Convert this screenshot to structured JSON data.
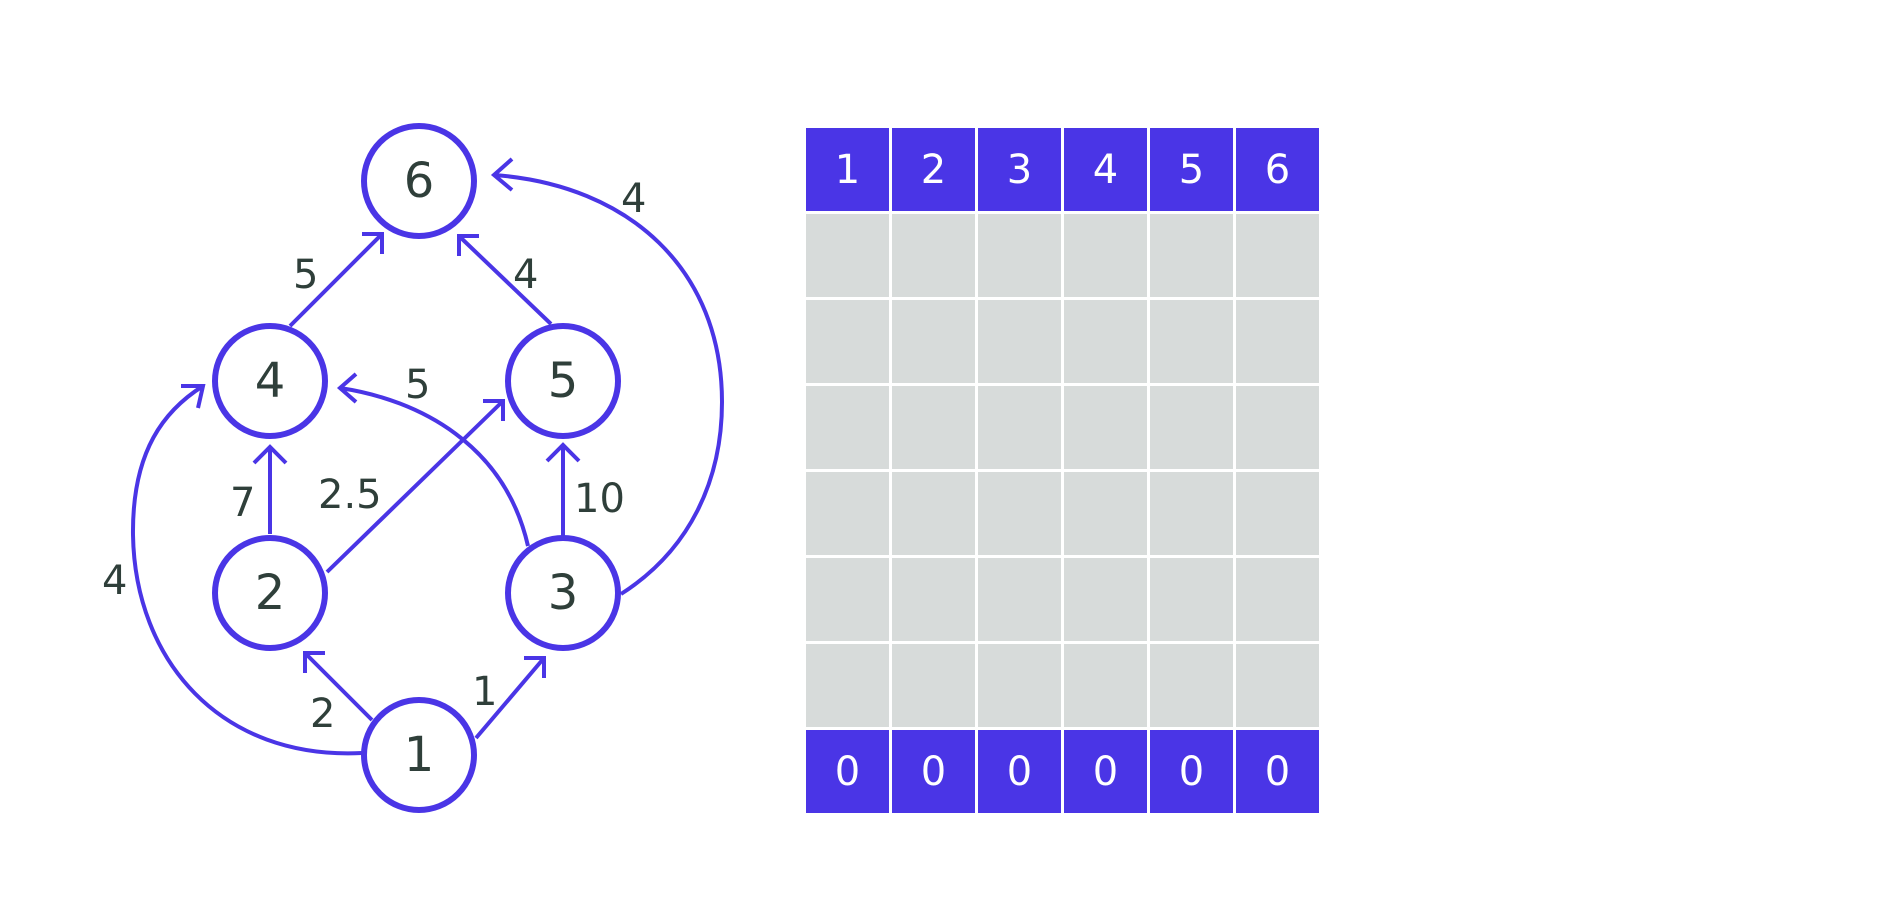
{
  "graph": {
    "nodes": [
      {
        "id": "1",
        "label": "1"
      },
      {
        "id": "2",
        "label": "2"
      },
      {
        "id": "3",
        "label": "3"
      },
      {
        "id": "4",
        "label": "4"
      },
      {
        "id": "5",
        "label": "5"
      },
      {
        "id": "6",
        "label": "6"
      }
    ],
    "edges": [
      {
        "from": "1",
        "to": "2",
        "weight": "2"
      },
      {
        "from": "1",
        "to": "3",
        "weight": "1"
      },
      {
        "from": "1",
        "to": "4",
        "weight": "4"
      },
      {
        "from": "2",
        "to": "4",
        "weight": "7"
      },
      {
        "from": "2",
        "to": "5",
        "weight": "2.5"
      },
      {
        "from": "3",
        "to": "4",
        "weight": "5"
      },
      {
        "from": "3",
        "to": "5",
        "weight": "10"
      },
      {
        "from": "3",
        "to": "6",
        "weight": "4"
      },
      {
        "from": "4",
        "to": "6",
        "weight": "5"
      },
      {
        "from": "5",
        "to": "6",
        "weight": "4"
      }
    ],
    "colors": {
      "accent": "#4a35e6",
      "text": "#2f3f3a"
    }
  },
  "table": {
    "headers": [
      "1",
      "2",
      "3",
      "4",
      "5",
      "6"
    ],
    "empty_rows": 6,
    "footer": [
      "0",
      "0",
      "0",
      "0",
      "0",
      "0"
    ],
    "colors": {
      "header_bg": "#4a35e6",
      "cell_bg": "#d7dbda",
      "header_text": "#ffffff"
    }
  }
}
